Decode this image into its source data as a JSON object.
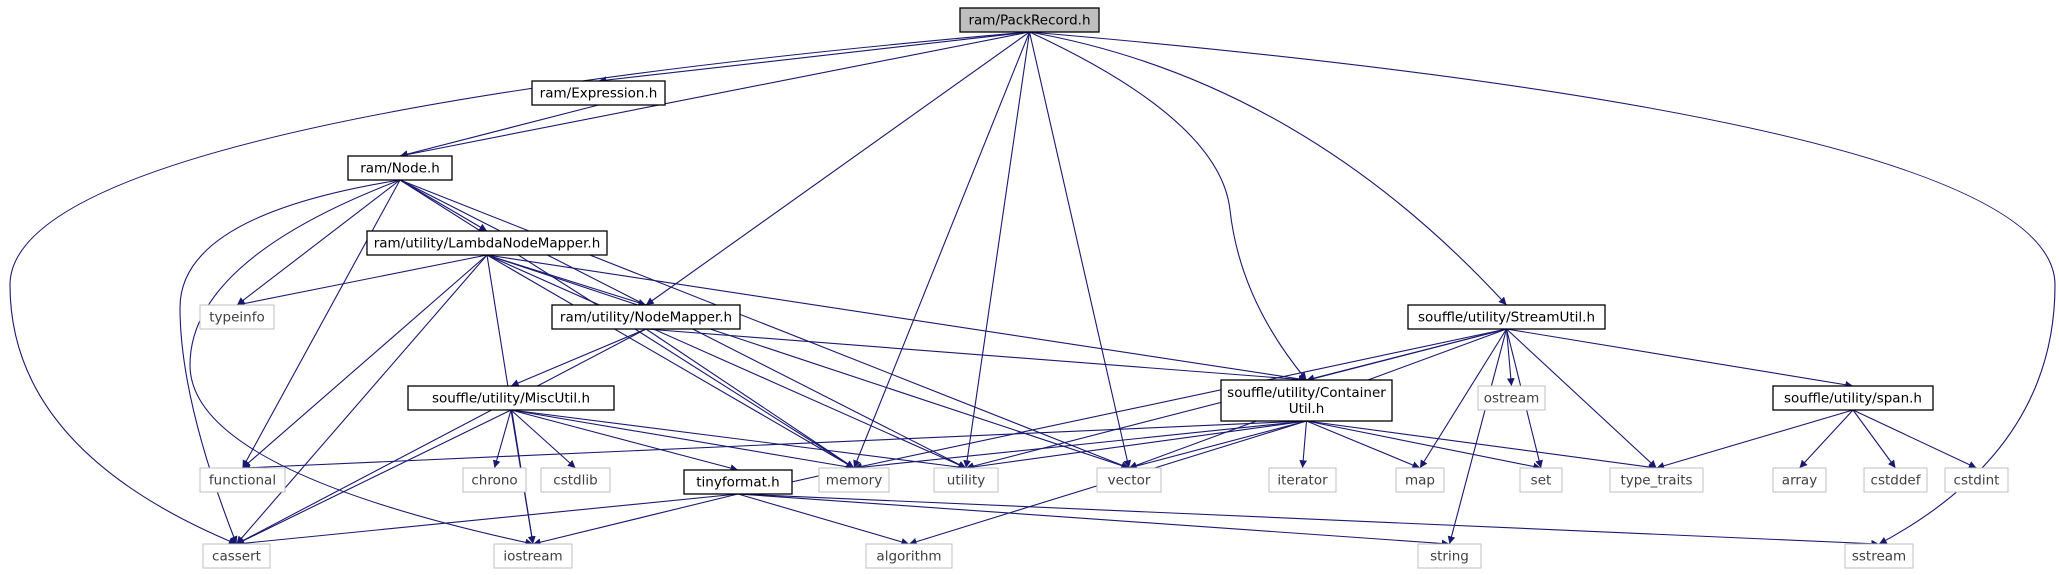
{
  "colors": {
    "edge": "#191970",
    "node_border_internal": "#000000",
    "node_border_external": "#bfbfbf",
    "root_fill": "#bfbfbf",
    "text_internal": "#000000",
    "text_external": "#404040"
  },
  "nodes": [
    {
      "id": "packrecord",
      "label": [
        "ram/PackRecord.h"
      ],
      "kind": "root"
    },
    {
      "id": "expression",
      "label": [
        "ram/Expression.h"
      ],
      "kind": "internal"
    },
    {
      "id": "node",
      "label": [
        "ram/Node.h"
      ],
      "kind": "internal"
    },
    {
      "id": "lambdanodemapper",
      "label": [
        "ram/utility/LambdaNodeMapper.h"
      ],
      "kind": "internal"
    },
    {
      "id": "nodemapper",
      "label": [
        "ram/utility/NodeMapper.h"
      ],
      "kind": "internal"
    },
    {
      "id": "miscutil",
      "label": [
        "souffle/utility/MiscUtil.h"
      ],
      "kind": "internal"
    },
    {
      "id": "containerutil",
      "label": [
        "souffle/utility/Container",
        "Util.h"
      ],
      "kind": "internal"
    },
    {
      "id": "streamutil",
      "label": [
        "souffle/utility/StreamUtil.h"
      ],
      "kind": "internal"
    },
    {
      "id": "span",
      "label": [
        "souffle/utility/span.h"
      ],
      "kind": "internal"
    },
    {
      "id": "tinyformat",
      "label": [
        "tinyformat.h"
      ],
      "kind": "internal"
    },
    {
      "id": "typeinfo",
      "label": [
        "typeinfo"
      ],
      "kind": "external"
    },
    {
      "id": "functional",
      "label": [
        "functional"
      ],
      "kind": "external"
    },
    {
      "id": "chrono",
      "label": [
        "chrono"
      ],
      "kind": "external"
    },
    {
      "id": "cstdlib",
      "label": [
        "cstdlib"
      ],
      "kind": "external"
    },
    {
      "id": "memory",
      "label": [
        "memory"
      ],
      "kind": "external"
    },
    {
      "id": "utility",
      "label": [
        "utility"
      ],
      "kind": "external"
    },
    {
      "id": "vector",
      "label": [
        "vector"
      ],
      "kind": "external"
    },
    {
      "id": "iterator",
      "label": [
        "iterator"
      ],
      "kind": "external"
    },
    {
      "id": "map",
      "label": [
        "map"
      ],
      "kind": "external"
    },
    {
      "id": "set",
      "label": [
        "set"
      ],
      "kind": "external"
    },
    {
      "id": "type_traits",
      "label": [
        "type_traits"
      ],
      "kind": "external"
    },
    {
      "id": "array",
      "label": [
        "array"
      ],
      "kind": "external"
    },
    {
      "id": "cstddef",
      "label": [
        "cstddef"
      ],
      "kind": "external"
    },
    {
      "id": "cstdint",
      "label": [
        "cstdint"
      ],
      "kind": "external"
    },
    {
      "id": "ostream",
      "label": [
        "ostream"
      ],
      "kind": "external"
    },
    {
      "id": "cassert",
      "label": [
        "cassert"
      ],
      "kind": "external"
    },
    {
      "id": "iostream",
      "label": [
        "iostream"
      ],
      "kind": "external"
    },
    {
      "id": "algorithm",
      "label": [
        "algorithm"
      ],
      "kind": "external"
    },
    {
      "id": "string",
      "label": [
        "string"
      ],
      "kind": "external"
    },
    {
      "id": "sstream",
      "label": [
        "sstream"
      ],
      "kind": "external"
    }
  ],
  "edges": [
    [
      "packrecord",
      "expression"
    ],
    [
      "packrecord",
      "node"
    ],
    [
      "packrecord",
      "nodemapper"
    ],
    [
      "packrecord",
      "memory"
    ],
    [
      "packrecord",
      "utility"
    ],
    [
      "packrecord",
      "vector"
    ],
    [
      "packrecord",
      "containerutil"
    ],
    [
      "packrecord",
      "streamutil"
    ],
    [
      "packrecord",
      "cassert"
    ],
    [
      "packrecord",
      "sstream"
    ],
    [
      "expression",
      "node"
    ],
    [
      "node",
      "lambdanodemapper"
    ],
    [
      "node",
      "typeinfo"
    ],
    [
      "node",
      "functional"
    ],
    [
      "node",
      "cassert"
    ],
    [
      "node",
      "iostream"
    ],
    [
      "node",
      "memory"
    ],
    [
      "node",
      "utility"
    ],
    [
      "node",
      "vector"
    ],
    [
      "lambdanodemapper",
      "nodemapper"
    ],
    [
      "lambdanodemapper",
      "typeinfo"
    ],
    [
      "lambdanodemapper",
      "functional"
    ],
    [
      "lambdanodemapper",
      "cassert"
    ],
    [
      "lambdanodemapper",
      "iostream"
    ],
    [
      "lambdanodemapper",
      "memory"
    ],
    [
      "lambdanodemapper",
      "utility"
    ],
    [
      "lambdanodemapper",
      "vector"
    ],
    [
      "lambdanodemapper",
      "containerutil"
    ],
    [
      "nodemapper",
      "miscutil"
    ],
    [
      "nodemapper",
      "containerutil"
    ],
    [
      "nodemapper",
      "memory"
    ],
    [
      "nodemapper",
      "cassert"
    ],
    [
      "miscutil",
      "tinyformat"
    ],
    [
      "miscutil",
      "chrono"
    ],
    [
      "miscutil",
      "cstdlib"
    ],
    [
      "miscutil",
      "memory"
    ],
    [
      "miscutil",
      "utility"
    ],
    [
      "miscutil",
      "cassert"
    ],
    [
      "miscutil",
      "iostream"
    ],
    [
      "tinyformat",
      "cassert"
    ],
    [
      "tinyformat",
      "iostream"
    ],
    [
      "tinyformat",
      "algorithm"
    ],
    [
      "tinyformat",
      "string"
    ],
    [
      "tinyformat",
      "sstream"
    ],
    [
      "tinyformat",
      "memory"
    ],
    [
      "containerutil",
      "functional"
    ],
    [
      "containerutil",
      "memory"
    ],
    [
      "containerutil",
      "utility"
    ],
    [
      "containerutil",
      "vector"
    ],
    [
      "containerutil",
      "iterator"
    ],
    [
      "containerutil",
      "map"
    ],
    [
      "containerutil",
      "set"
    ],
    [
      "containerutil",
      "type_traits"
    ],
    [
      "containerutil",
      "algorithm"
    ],
    [
      "streamutil",
      "containerutil"
    ],
    [
      "streamutil",
      "span"
    ],
    [
      "streamutil",
      "ostream"
    ],
    [
      "streamutil",
      "memory"
    ],
    [
      "streamutil",
      "utility"
    ],
    [
      "streamutil",
      "vector"
    ],
    [
      "streamutil",
      "map"
    ],
    [
      "streamutil",
      "set"
    ],
    [
      "streamutil",
      "type_traits"
    ],
    [
      "streamutil",
      "string"
    ],
    [
      "span",
      "type_traits"
    ],
    [
      "span",
      "array"
    ],
    [
      "span",
      "cstddef"
    ],
    [
      "span",
      "cstdint"
    ]
  ]
}
